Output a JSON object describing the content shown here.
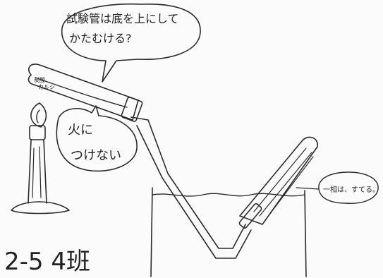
{
  "callout_top": {
    "line1": "試験管は底を上にして",
    "line2": "かたむける?"
  },
  "callout_fire": {
    "line1": "火に",
    "line2": "つけない"
  },
  "callout_right": {
    "text": "一相は、すてる。"
  },
  "tube_label": {
    "line1": "炭酸",
    "line2": "カルシ"
  },
  "class_label": {
    "text": "2-5 4班"
  }
}
